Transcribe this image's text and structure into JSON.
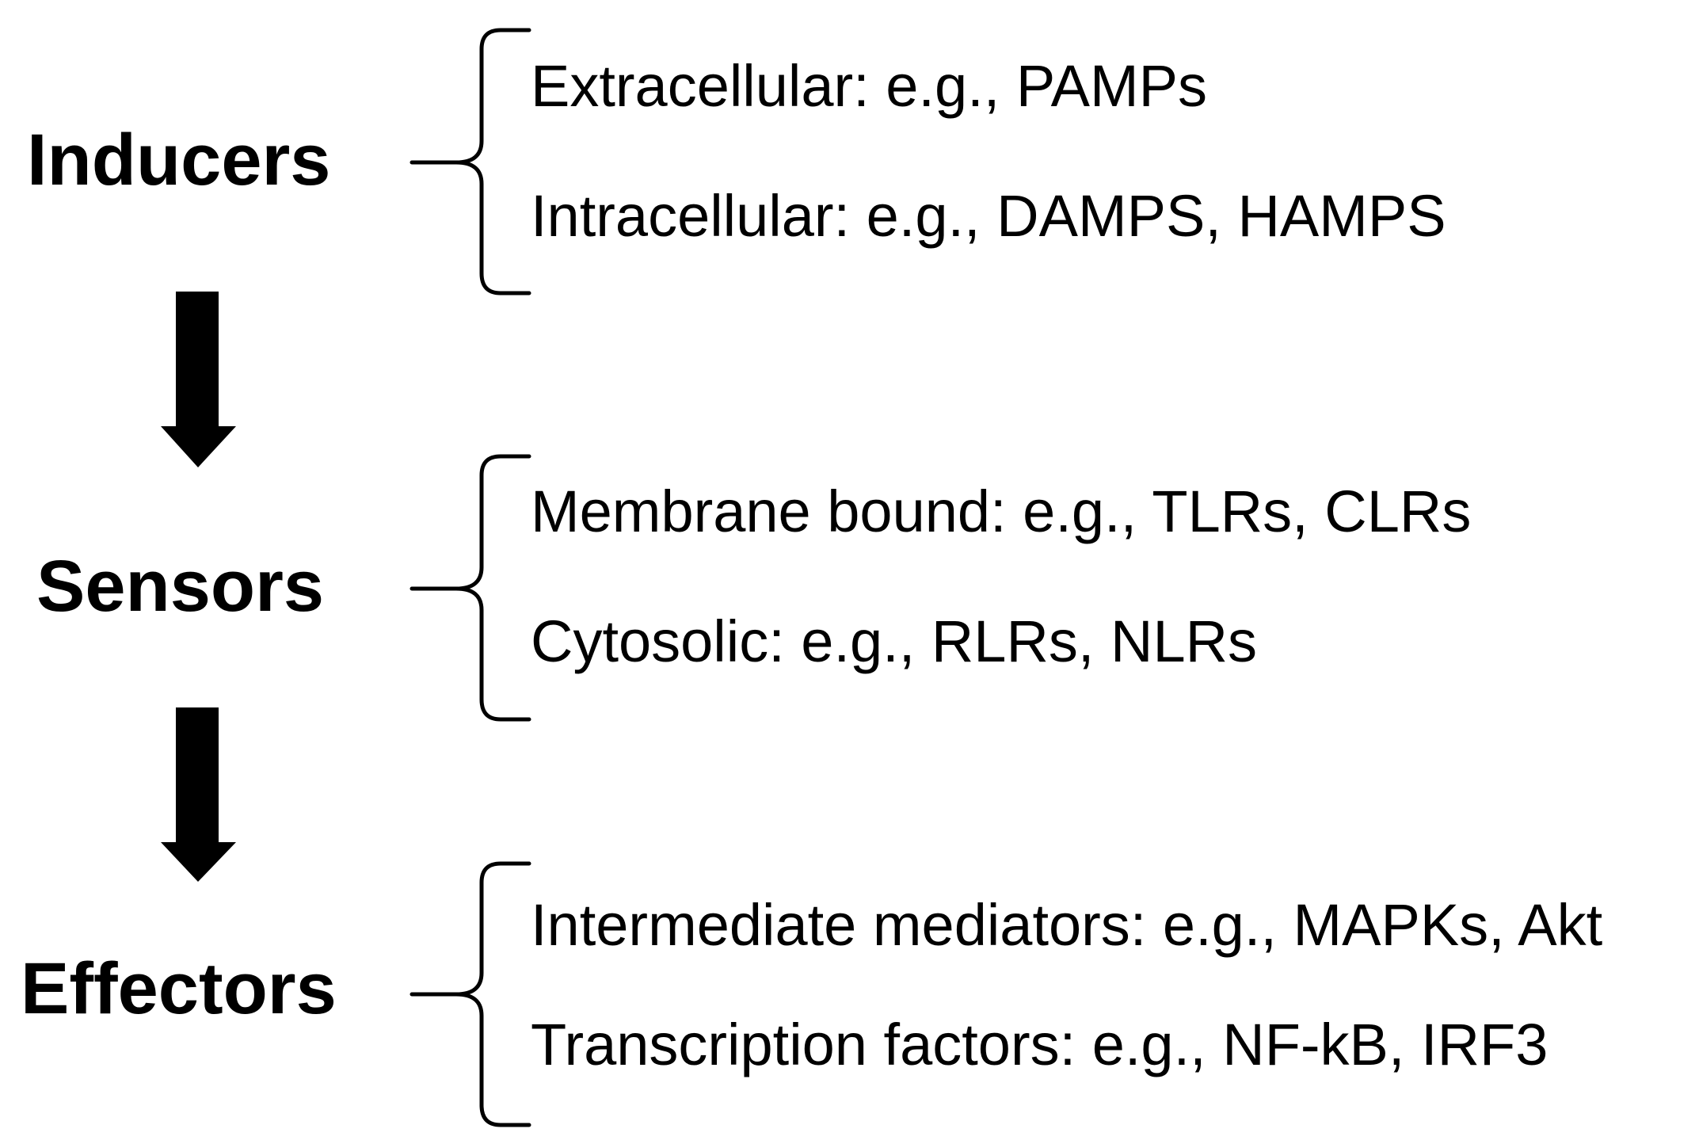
{
  "colors": {
    "background": "#ffffff",
    "ink": "#000000"
  },
  "stages": [
    {
      "label": "Inducers",
      "items": [
        "Extracellular: e.g., PAMPs",
        "Intracellular: e.g., DAMPS, HAMPS"
      ]
    },
    {
      "label": "Sensors",
      "items": [
        "Membrane bound: e.g., TLRs, CLRs",
        "Cytosolic: e.g., RLRs, NLRs"
      ]
    },
    {
      "label": "Effectors",
      "items": [
        "Intermediate mediators: e.g., MAPKs, Akt",
        "Transcription factors: e.g., NF-kB, IRF3"
      ]
    }
  ]
}
